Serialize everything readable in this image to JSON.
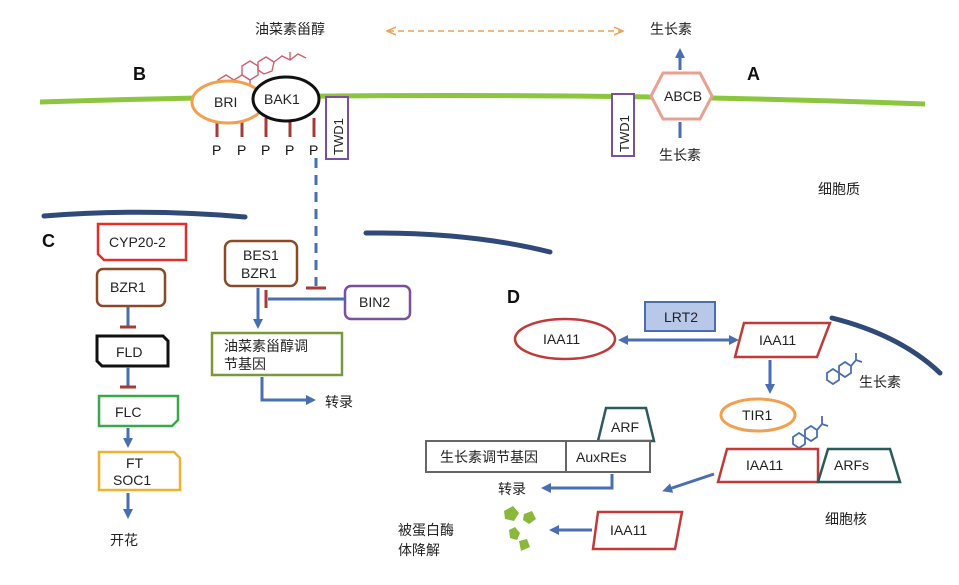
{
  "labels": {
    "brassinosteroid": "油菜素甾醇",
    "auxin_top": "生长素",
    "auxin_bottom": "生长素",
    "cytoplasm": "细胞质",
    "nucleus": "细胞核",
    "section_A": "A",
    "section_B": "B",
    "section_C": "C",
    "section_D": "D",
    "bri": "BRI",
    "bak1": "BAK1",
    "twd1_left": "TWD1",
    "twd1_right": "TWD1",
    "abcb": "ABCB",
    "phosphate": "P",
    "cyp20": "CYP20-2",
    "bzr1": "BZR1",
    "fld": "FLD",
    "flc": "FLC",
    "ft": "FT",
    "soc1": "SOC1",
    "flowering": "开花",
    "bes1": "BES1",
    "bzr1_b": "BZR1",
    "bin2": "BIN2",
    "br_genes_line1": "油菜素甾醇调",
    "br_genes_line2": "节基因",
    "transcription_c": "转录",
    "iaa11_left": "IAA11",
    "lrt2": "LRT2",
    "iaa11_right": "IAA11",
    "auxin_d": "生长素",
    "tir1": "TIR1",
    "arf": "ARF",
    "auxin_genes": "生长素调节基因",
    "auxres": "AuxREs",
    "iaa11_mid": "IAA11",
    "arfs": "ARFs",
    "transcription_d": "转录",
    "iaa11_bottom": "IAA11",
    "proteasome_line1": "被蛋白酶",
    "proteasome_line2": "体降解"
  },
  "colors": {
    "membrane": "#8cc63f",
    "blue_arrow": "#4a6fb0",
    "dark_red": "#a83a3a",
    "orange": "#f0a050",
    "purple": "#7a4fa0",
    "nucleus_border": "#2f4a78",
    "salmon": "#e8a090"
  }
}
